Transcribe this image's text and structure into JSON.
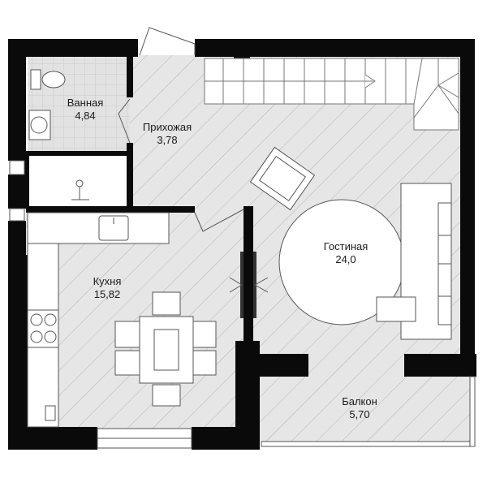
{
  "rooms": {
    "bathroom": {
      "name": "Ванная",
      "area": "4,84"
    },
    "hallway": {
      "name": "Прихожая",
      "area": "3,78"
    },
    "living": {
      "name": "Гостиная",
      "area": "24,0"
    },
    "kitchen": {
      "name": "Кухня",
      "area": "15,82"
    },
    "balcony": {
      "name": "Балкон",
      "area": "5,70"
    }
  },
  "colors": {
    "wall": "#0a0a0a",
    "floor": "#e6e6e6",
    "hatch": "#b3b3b3",
    "tile": "#cfcfcf",
    "furniture": "#ffffff",
    "outline": "#555555"
  }
}
